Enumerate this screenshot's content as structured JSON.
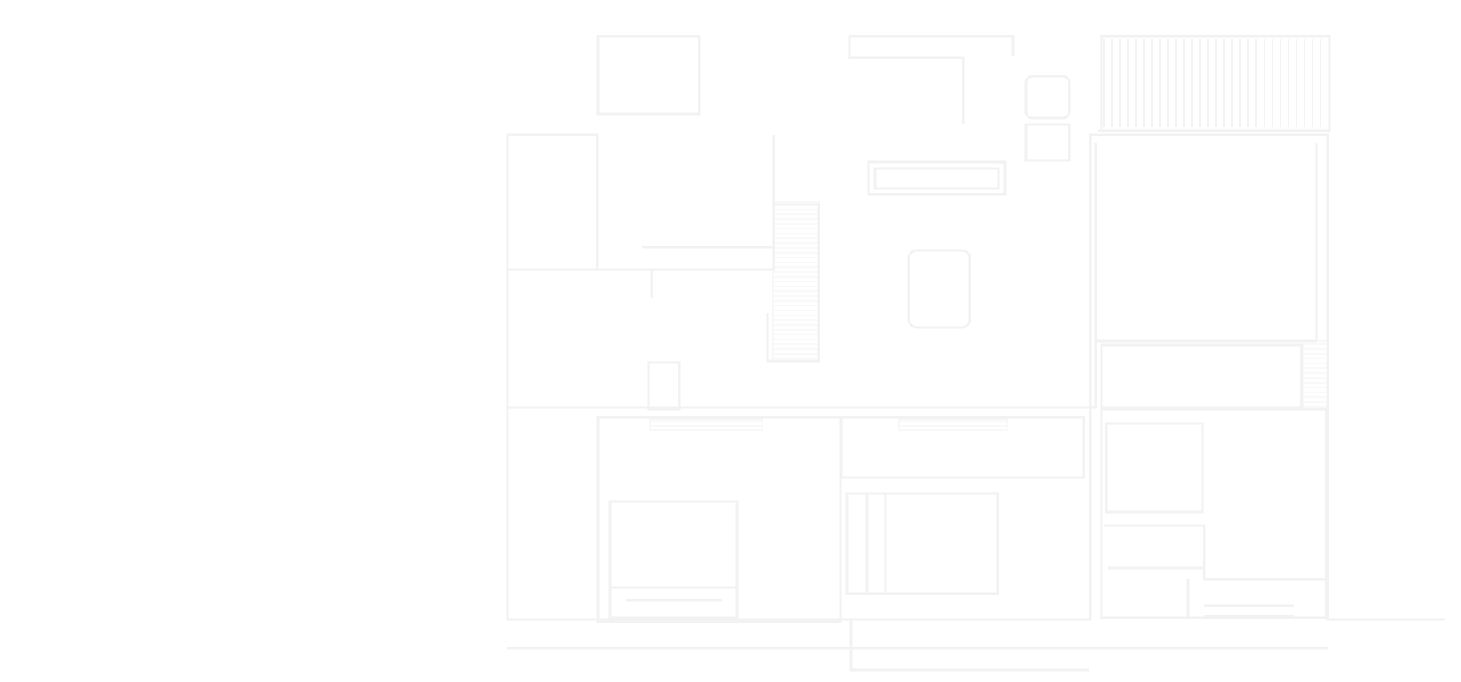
{
  "canvas": {
    "background": "#ffffff",
    "line_color": "#f2f2f2",
    "hatch_color": "#f3f3f3"
  },
  "plan": {
    "elements": [
      "outer-wall",
      "upper-left-room",
      "left-closet",
      "upper-center-room",
      "center-counter",
      "round-table",
      "kitchen-counter",
      "sink",
      "upper-right-room",
      "right-stair",
      "lower-left-room",
      "lower-center-room",
      "bed",
      "lower-right-room",
      "bath",
      "hatched-wall-left",
      "hatched-wall-right",
      "window-strip"
    ]
  }
}
